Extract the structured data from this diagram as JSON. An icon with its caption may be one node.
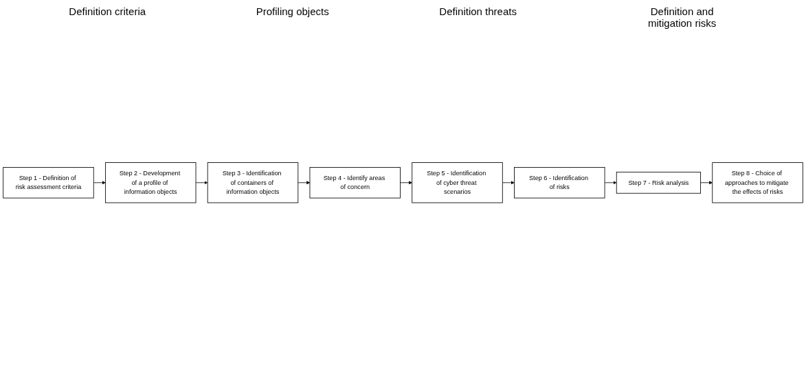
{
  "diagram": {
    "nodes": [
      {
        "text": [
          "Step 1 - Definition of risk assessment criteria"
        ]
      },
      {
        "text": [
          "Step 2 - Development of a profile of information objects"
        ]
      },
      {
        "text": [
          "Step 3 - Identification of containers of information objects"
        ]
      },
      {
        "text": [
          "Step 4 - Identify areas of concern"
        ]
      },
      {
        "text": [
          "Step 5 - Identification of cyber threat scenarios"
        ]
      },
      {
        "text": [
          "Step 6 - Identification of risks"
        ]
      },
      {
        "text": [
          "Step 7 - Risk analysis"
        ]
      },
      {
        "text": [
          "Step 8 - Choice of approaches to mitigate the effects of risks"
        ]
      }
    ],
    "edges": [
      {
        "from": 0,
        "to": 1,
        "arrow": "to"
      },
      {
        "from": 1,
        "to": 2,
        "arrow": "to"
      },
      {
        "from": 2,
        "to": 3,
        "arrow": "to"
      },
      {
        "from": 3,
        "to": 4,
        "arrow": "to"
      },
      {
        "from": 4,
        "to": 5,
        "arrow": "to"
      },
      {
        "from": 5,
        "to": 6,
        "arrow": "to"
      },
      {
        "from": 6,
        "to": 7,
        "arrow": "to"
      }
    ],
    "labels": [
      "Definition criteria",
      "Profiling objects",
      "Definition threats",
      "Definition and mitigation risks"
    ]
  }
}
